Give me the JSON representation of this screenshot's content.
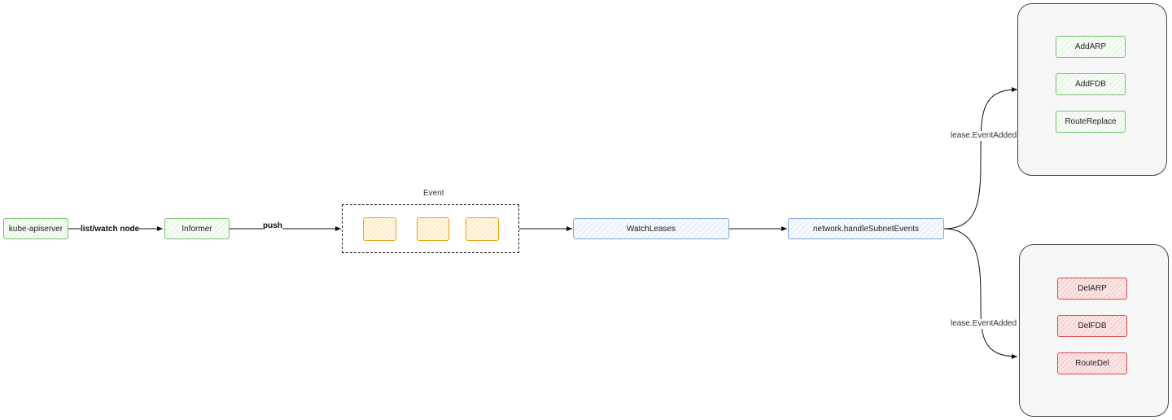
{
  "nodes": {
    "apiserver": "kube-apiserver",
    "informer": "Informer",
    "watch_leases": "WatchLeases",
    "handle_events": "network.handleSubnetEvents"
  },
  "queue": {
    "title": "Event",
    "items": [
      "",
      "",
      ""
    ]
  },
  "edges": {
    "list_watch": "list/watch node",
    "push": "push",
    "added_top": "lease.EventAdded",
    "added_bottom": "lease.EventAdded"
  },
  "added_group": {
    "items": [
      "AddARP",
      "AddFDB",
      "RouteReplace"
    ]
  },
  "removed_group": {
    "items": [
      "DelARP",
      "DelFDB",
      "RouteDel"
    ]
  },
  "colors": {
    "green_stroke": "#74c16d",
    "blue_stroke": "#7ea6e0",
    "red_stroke": "#d64c4c",
    "orange_stroke": "#e8a416",
    "edge": "#111111"
  }
}
